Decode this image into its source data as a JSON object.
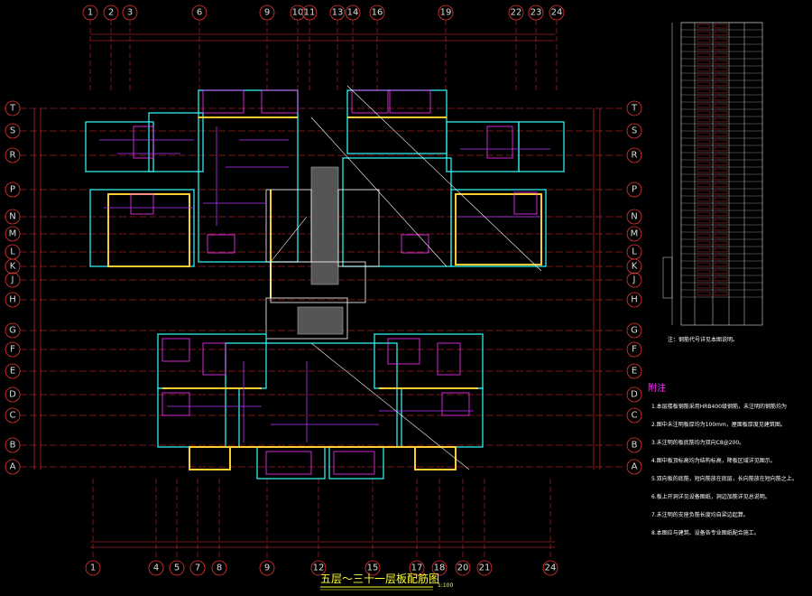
{
  "title": "五层～三十一层板配筋图",
  "scale": "1:100",
  "axes_top": [
    "1",
    "2",
    "3",
    "6",
    "9",
    "10",
    "11",
    "13",
    "14",
    "16",
    "19",
    "22",
    "23",
    "24"
  ],
  "axes_bottom": [
    "1",
    "4",
    "5",
    "7",
    "8",
    "9",
    "12",
    "15",
    "17",
    "18",
    "20",
    "21",
    "24"
  ],
  "axes_rows": [
    "T",
    "S",
    "R",
    "P",
    "N",
    "M",
    "L",
    "K",
    "J",
    "H",
    "G",
    "F",
    "E",
    "D",
    "C",
    "B",
    "A"
  ],
  "notes": {
    "heading": "附注",
    "items": [
      "1.本层楼板钢筋采用HRB400级钢筋，未注明的钢筋均为",
      "2.图中未注明板厚均为100mm，屋面板厚度见建筑图。",
      "3.未注明的板底筋均为双向C8@200。",
      "4.图中板顶标高均为结构标高，降板区域详见图示。",
      "5.双向板的底筋，短向筋放在底层，长向筋放在短向筋之上。",
      "6.板上开洞详见设备图纸，洞边加筋详见总说明。",
      "7.未注明的支座负筋长度均自梁边起算。",
      "8.本图应与建筑、设备各专业图纸配合施工。"
    ]
  },
  "legend_caption": "注：钢筋代号详见本图说明。"
}
